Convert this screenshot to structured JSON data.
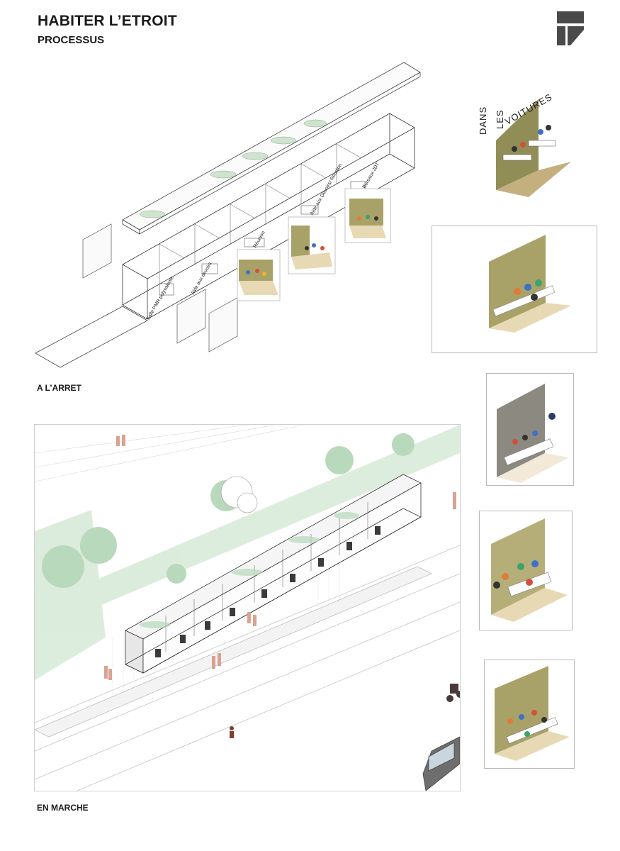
{
  "header": {
    "title": "HABITER L’ETROIT",
    "subtitle": "PROCESSUS"
  },
  "sections": {
    "stopped_label": "A L’ARRET",
    "moving_label": "EN MARCHE"
  },
  "room_labels": [
    "Salle PMR polyvalente",
    "Aide aux devoirs",
    "Réunion",
    "Aide aux Devoirs/ Réunion",
    "Bureaux JDT"
  ],
  "voitures_heading": {
    "word1": "DANS",
    "word2": "LES",
    "word3": "VOITURES"
  },
  "colors": {
    "olive": "#a8a269",
    "olive_dark": "#8f8a55",
    "grey_wall": "#8c8a80",
    "floor_beige": "#e8d9b5",
    "accent_pink": "#c98873",
    "tree_green": "#9cc9a2",
    "line": "#3a3a3a"
  }
}
